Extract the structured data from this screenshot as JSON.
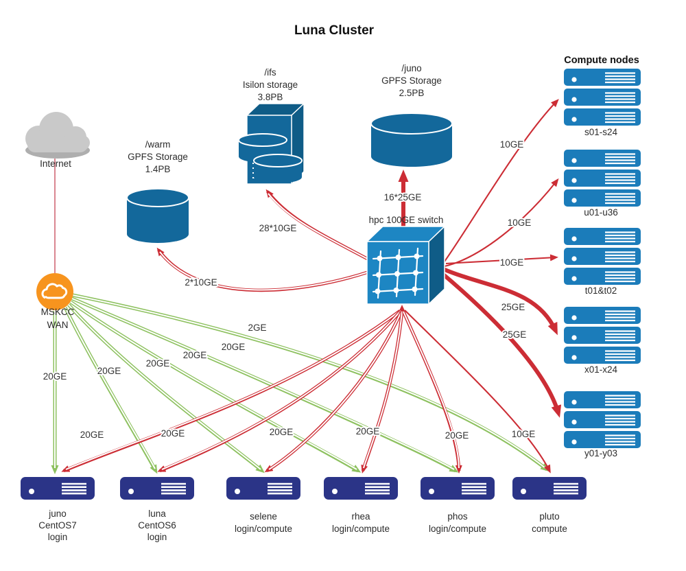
{
  "title": "Luna Cluster",
  "colors": {
    "node_blue": "#1b7cba",
    "switch_blue": "#1d86c3",
    "storage_blue": "#13689b",
    "storage_dark": "#0f5c87",
    "navy": "#2b3487",
    "orange": "#f7941e",
    "line_red": "#cc2d35",
    "line_green": "#8dc15f",
    "cloud_gray": "#c9c9c9",
    "cloud_gray_dark": "#aeaeae",
    "internet_line": "#d4717c"
  },
  "internet": {
    "label": "Internet"
  },
  "wan": {
    "lines": [
      "MSKCC",
      "WAN"
    ]
  },
  "storage": {
    "warm": {
      "lines": [
        "/warm",
        "GPFS Storage",
        "1.4PB"
      ]
    },
    "isilon": {
      "lines": [
        "/ifs",
        "Isilon storage",
        "3.8PB"
      ]
    },
    "juno": {
      "lines": [
        "/juno",
        "GPFS Storage",
        "2.5PB"
      ]
    }
  },
  "switch": {
    "label": "hpc 100GE switch"
  },
  "compute": {
    "header": "Compute nodes",
    "groups": [
      {
        "label": "s01-s24"
      },
      {
        "label": "u01-u36"
      },
      {
        "label": "t01&t02"
      },
      {
        "label": "x01-x24"
      },
      {
        "label": "y01-y03"
      }
    ]
  },
  "servers": [
    {
      "lines": [
        "juno",
        "CentOS7",
        "login"
      ]
    },
    {
      "lines": [
        "luna",
        "CentOS6",
        "login"
      ]
    },
    {
      "lines": [
        "selene",
        "login/compute"
      ]
    },
    {
      "lines": [
        "rhea",
        "login/compute"
      ]
    },
    {
      "lines": [
        "phos",
        "login/compute"
      ]
    },
    {
      "lines": [
        "pluto",
        "compute"
      ]
    }
  ],
  "links": {
    "switch_warm": "2*10GE",
    "switch_isilon": "28*10GE",
    "switch_juno_storage": "16*25GE",
    "switch_s": "10GE",
    "switch_u": "10GE",
    "switch_t": "10GE",
    "switch_x": "25GE",
    "switch_y": "25GE",
    "wan_juno": "20GE",
    "wan_luna": "20GE",
    "wan_selene": "20GE",
    "wan_rhea": "20GE",
    "wan_phos": "20GE",
    "wan_pluto": "2GE",
    "switch_juno_srv": "20GE",
    "switch_luna": "20GE",
    "switch_selene": "20GE",
    "switch_rhea": "20GE",
    "switch_phos": "20GE",
    "switch_pluto": "10GE"
  }
}
